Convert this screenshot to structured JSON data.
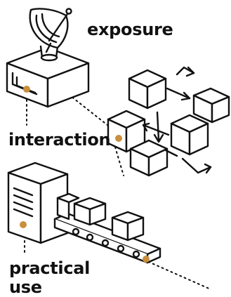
{
  "labels": {
    "exposure": "exposure",
    "interaction": "interaction",
    "practical_line1": "practical",
    "practical_line2": "use"
  },
  "colors": {
    "stroke": "#111111",
    "background": "#ffffff",
    "accent": "#c98f3e"
  },
  "icons": {
    "exposure": "satellite-dish-icon",
    "interaction": "interconnected-cubes-icon",
    "practical_use": "conveyor-machine-icon"
  }
}
